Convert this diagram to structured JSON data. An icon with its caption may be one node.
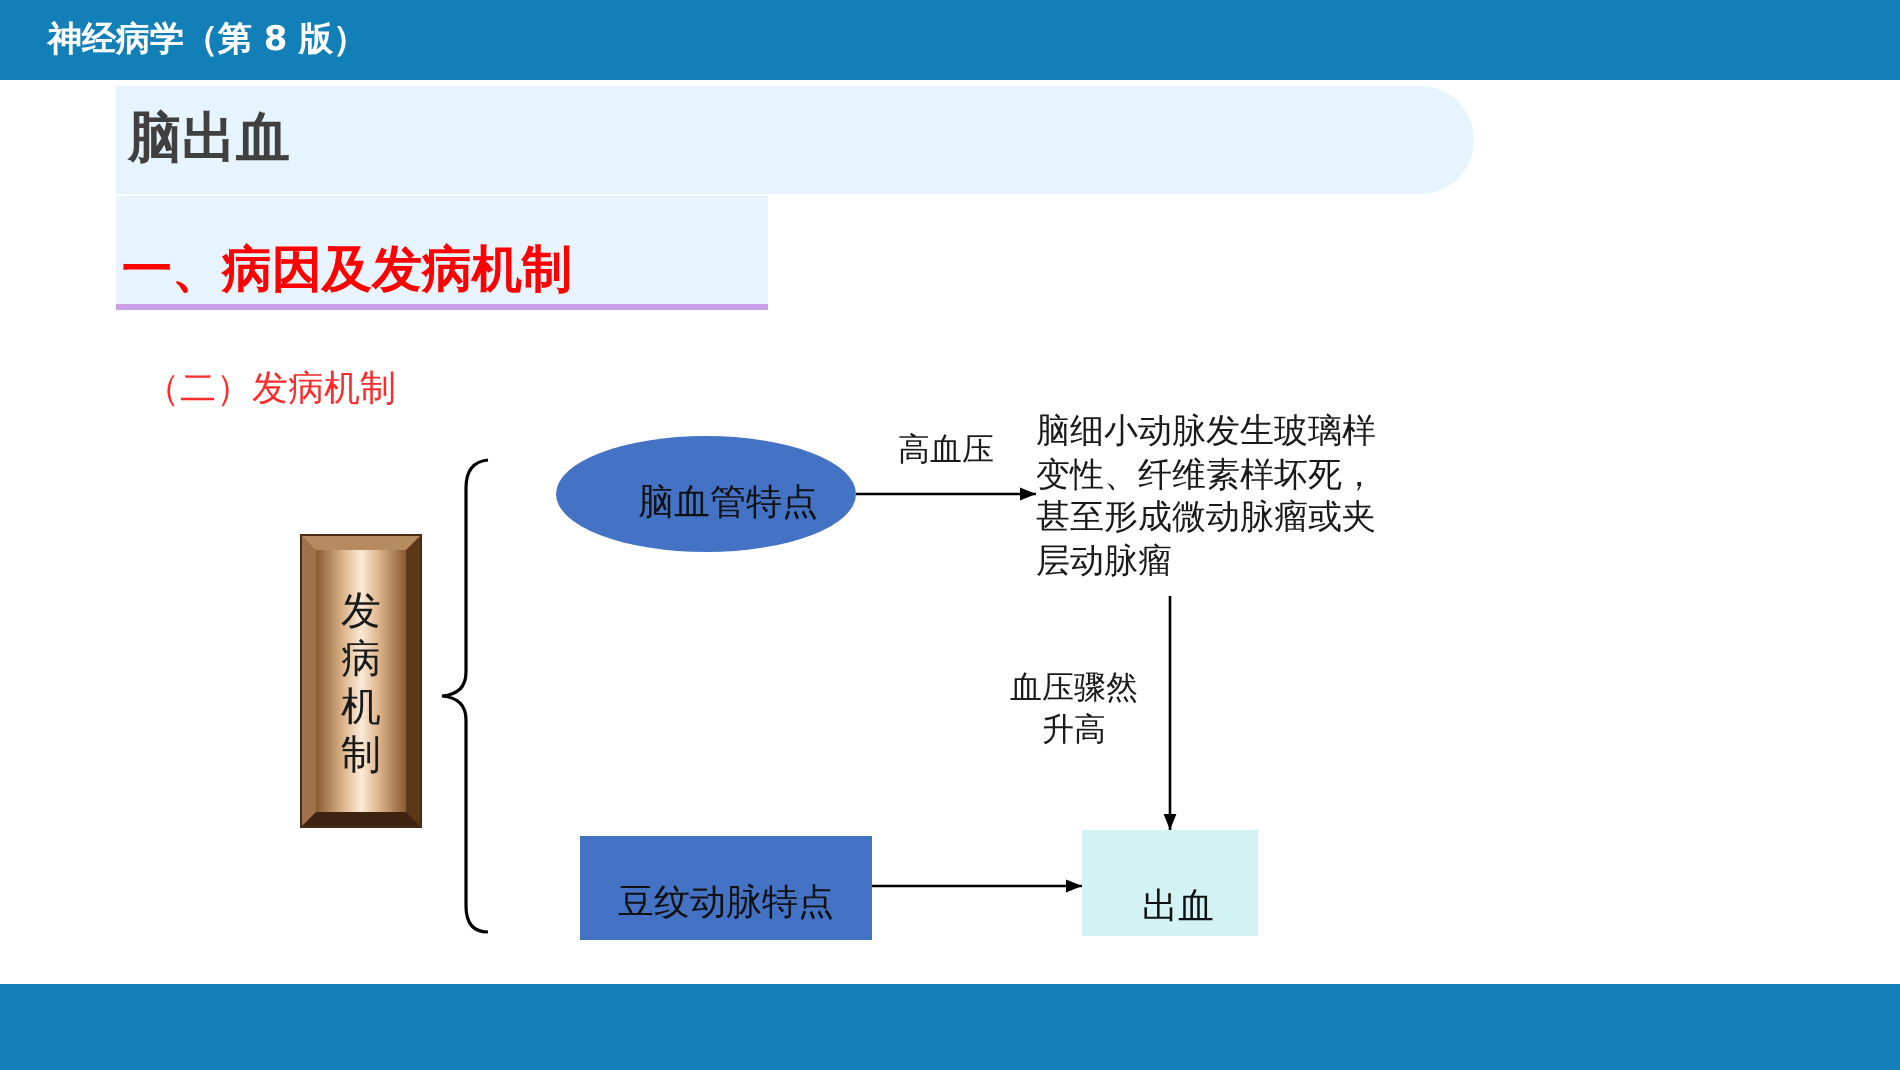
{
  "diagram": {
    "title": "脑出血",
    "nodes": [
      {
        "text": [
          "发病机制"
        ]
      },
      {
        "text": [
          "脑血管特点"
        ]
      },
      {
        "text": [
          "脑细小动脉发生玻璃样变性、纤维素样坏死，甚至形成微动脉瘤或夹层动脉瘤"
        ]
      },
      {
        "text": [
          "豆纹动脉特点"
        ]
      },
      {
        "text": [
          "出血"
        ]
      }
    ],
    "edges": [
      {
        "from": 1,
        "to": 2,
        "arrow": "to",
        "label": "高血压"
      },
      {
        "from": 2,
        "to": 4,
        "arrow": "to",
        "label": "血压骤然升高"
      },
      {
        "from": 3,
        "to": 4,
        "arrow": "to"
      }
    ],
    "labels": [
      "神经病学（第 8 版）",
      "一、病因及发病机制",
      "（二）发病机制"
    ]
  }
}
